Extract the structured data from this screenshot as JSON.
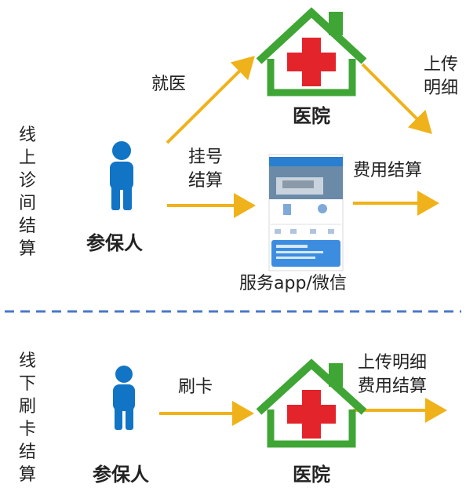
{
  "colors": {
    "arrow": "#f0b21a",
    "house_green": "#3fa535",
    "cross_red": "#e3242b",
    "person_blue": "#1274c4",
    "divider": "#4a78c8"
  },
  "online": {
    "side_label": "线上诊间结算",
    "patient": "参保人",
    "visit_label": "就医",
    "hospital": "医院",
    "upload_label": "上传明细",
    "register_label": "挂号结算",
    "fee_label": "费用结算",
    "app_label": "服务app/微信"
  },
  "offline": {
    "side_label": "线下刷卡结算",
    "patient": "参保人",
    "swipe_label": "刷卡",
    "hospital": "医院",
    "upload_fee_label": "上传明细费用结算"
  },
  "icons": {
    "person": "person-icon",
    "hospital": "hospital-house-icon",
    "phone": "phone-app-screenshot"
  }
}
